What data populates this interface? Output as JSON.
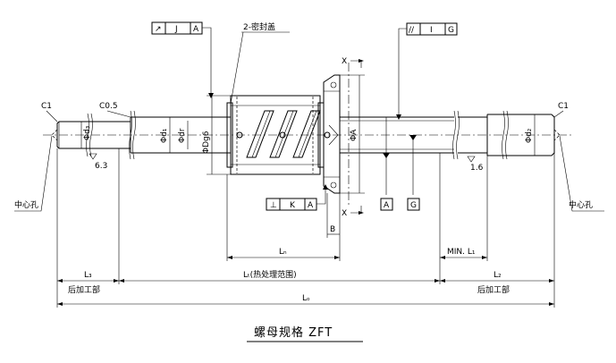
{
  "labels": {
    "c1_left": "C1",
    "c05": "C0.5",
    "d3": "Φd₃",
    "d1": "Φd₁",
    "dr": "Φdr",
    "dg6": "ΦDg6",
    "phiA": "ΦA",
    "d2": "Φd₂",
    "c1_right": "C1",
    "roughness_left": "6.3",
    "roughness_right": "1.6",
    "seal_note": "2-密封盖",
    "center_hole_left": "中心孔",
    "center_hole_right": "中心孔",
    "section_x_top": "X",
    "section_x_bottom": "X",
    "dim_B": "B",
    "dim_Ln": "Lₙ",
    "dim_min_l1": "MIN. L₁",
    "dim_l3": "L₃",
    "dim_lt": "Lₜ(热处理范围)",
    "dim_l2": "L₂",
    "dim_lo": "Lₒ",
    "post_machining_left": "后加工部",
    "post_machining_right": "后加工部"
  },
  "tolerance_frames": {
    "top_left": [
      "↗",
      "J",
      "A"
    ],
    "top_right": [
      "//",
      "I",
      "G"
    ],
    "bottom": [
      "⊥",
      "K",
      "A"
    ]
  },
  "datum_boxes": {
    "A": "A",
    "G": "G"
  },
  "title": "螺母规格    ZFT"
}
